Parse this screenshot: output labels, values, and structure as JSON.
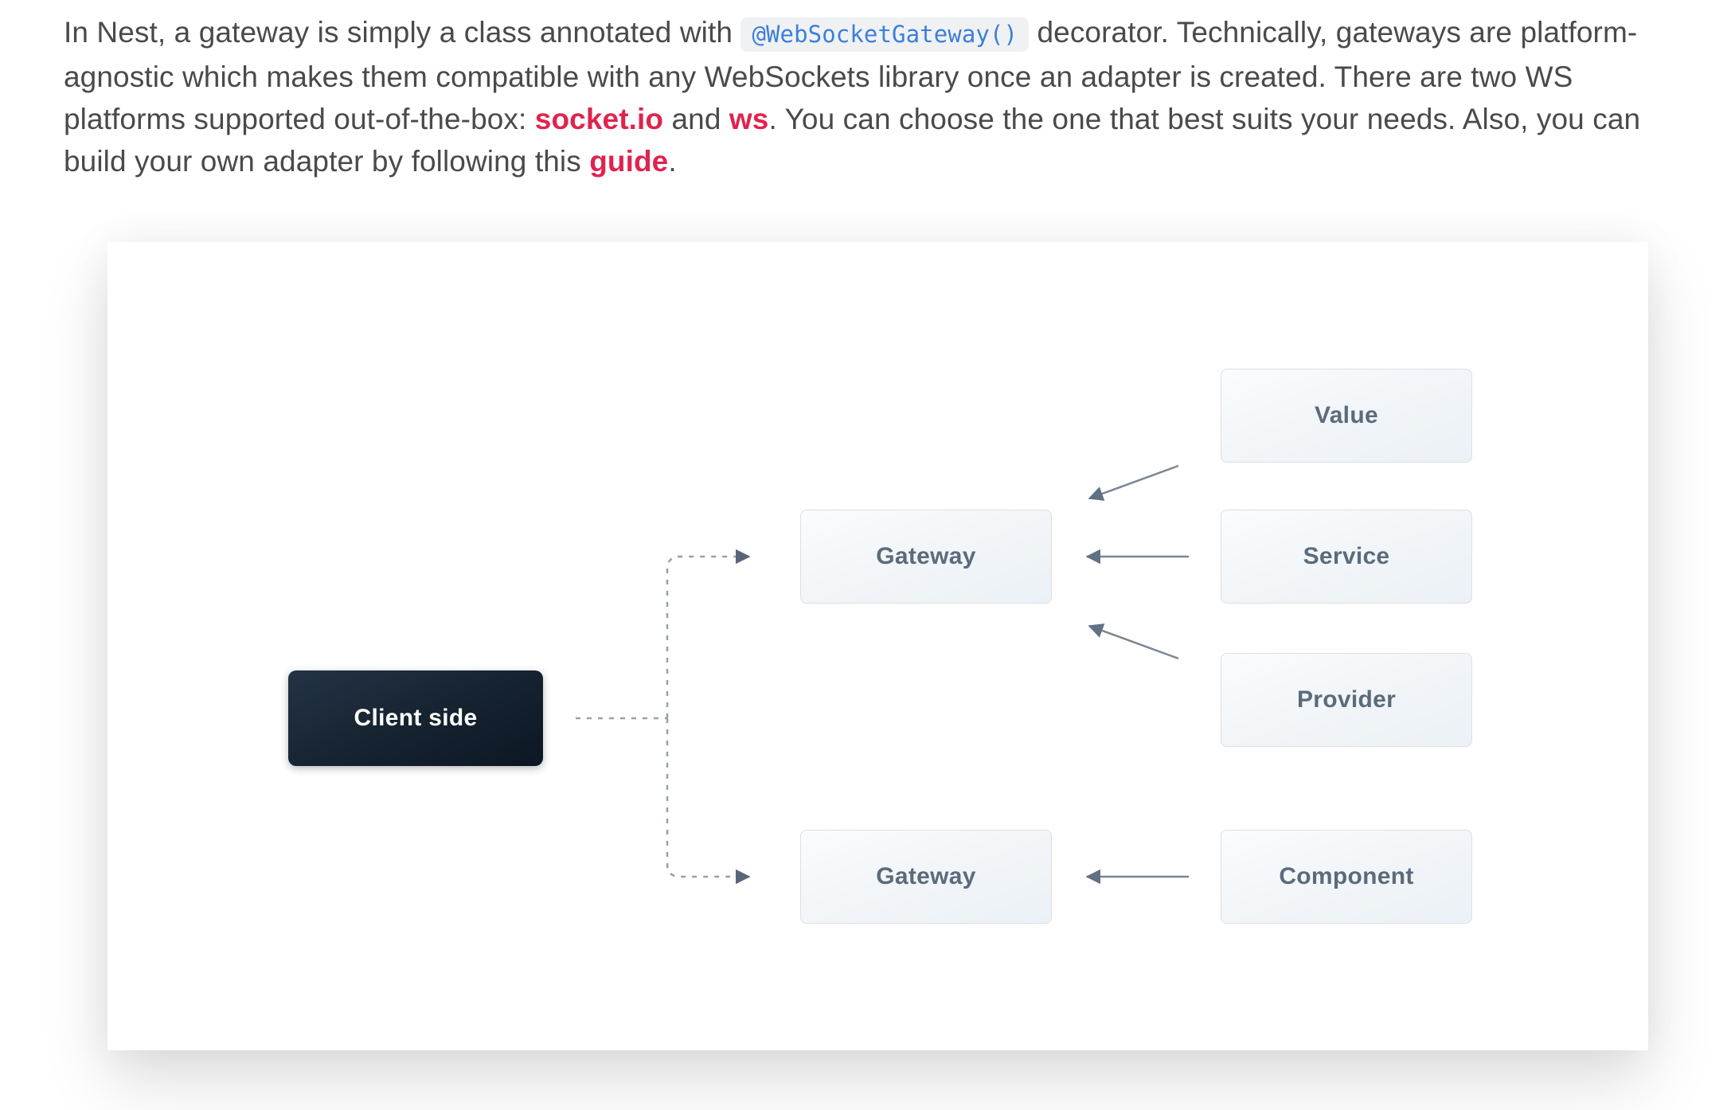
{
  "paragraph": {
    "segments": [
      {
        "style": "text",
        "text": "In Nest, a gateway is simply a class annotated with "
      },
      {
        "style": "code",
        "text": "@WebSocketGateway()"
      },
      {
        "style": "text",
        "text": " decorator. Technically, gateways are platform-agnostic which makes them compatible with any WebSockets library once an adapter is created. There are two WS platforms supported out-of-the-box: "
      },
      {
        "style": "link",
        "text": "socket.io"
      },
      {
        "style": "text",
        "text": " and "
      },
      {
        "style": "link",
        "text": "ws"
      },
      {
        "style": "text",
        "text": ". You can choose the one that best suits your needs. Also, you can build your own adapter by following this "
      },
      {
        "style": "link",
        "text": "guide"
      },
      {
        "style": "text",
        "text": "."
      }
    ]
  },
  "diagram": {
    "nodes": [
      {
        "id": "client-side",
        "label": "Client side",
        "variant": "dark"
      },
      {
        "id": "gateway-top",
        "label": "Gateway",
        "variant": "light"
      },
      {
        "id": "gateway-bottom",
        "label": "Gateway",
        "variant": "light"
      },
      {
        "id": "value",
        "label": "Value",
        "variant": "light"
      },
      {
        "id": "service",
        "label": "Service",
        "variant": "light"
      },
      {
        "id": "provider",
        "label": "Provider",
        "variant": "light"
      },
      {
        "id": "component",
        "label": "Component",
        "variant": "light"
      }
    ],
    "colors": {
      "solid_arrow": "#7b8694",
      "solid_arrowhead": "#617082",
      "dashed_line": "#95a0ac",
      "dashed_arrowhead": "#5a6678",
      "accent_red": "#e0234e",
      "code_blue": "#3c7fd9",
      "dark_box": "#14212e",
      "light_box_border": "#d9e0e8",
      "light_box_text": "#5b6b7c"
    }
  }
}
